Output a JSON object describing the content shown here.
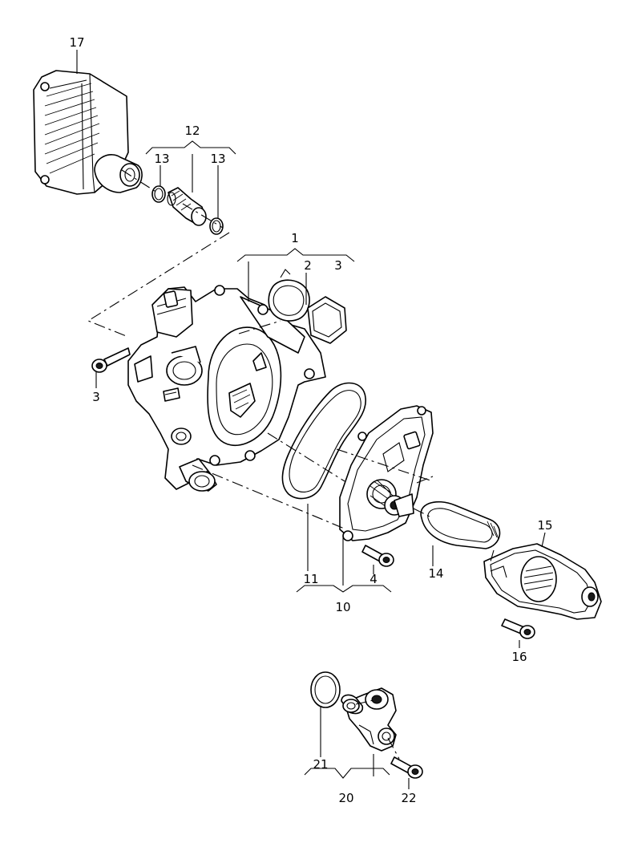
{
  "diagram": {
    "labels": {
      "l1": "1",
      "l2": "2",
      "l3a": "3",
      "l3b": "3",
      "l4": "4",
      "l10": "10",
      "l11": "11",
      "l12": "12",
      "l13a": "13",
      "l13b": "13",
      "l14": "14",
      "l15": "15",
      "l16": "16",
      "l17": "17",
      "l20": "20",
      "l21": "21",
      "l22": "22"
    }
  }
}
